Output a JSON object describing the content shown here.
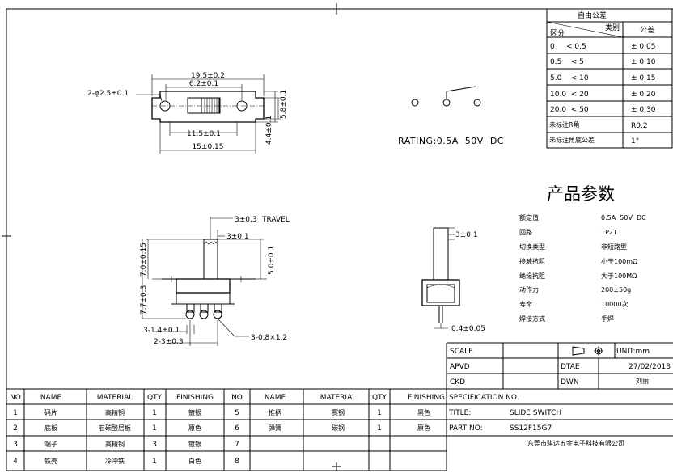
{
  "tolerance_table": {
    "title": "自由公差",
    "header_category": "类别",
    "header_range": "区分",
    "header_tolerance": "公差",
    "rows": [
      {
        "range": "0     < 0.5",
        "tol": "± 0.05"
      },
      {
        "range": "0.5    < 5",
        "tol": "± 0.10"
      },
      {
        "range": "5.0    < 10",
        "tol": "± 0.15"
      },
      {
        "range": "10.0  < 20",
        "tol": "± 0.20"
      },
      {
        "range": "20.0  < 50",
        "tol": "± 0.30"
      },
      {
        "range": "未标注R角",
        "tol": "R0.2"
      },
      {
        "range": "未标注角底公差",
        "tol": "1°"
      }
    ]
  },
  "rating": "RATING:0.5A  50V  DC",
  "params_title": "产品参数",
  "params": [
    {
      "label": "额定值",
      "value": "0.5A  50V  DC"
    },
    {
      "label": "回路",
      "value": "1P2T"
    },
    {
      "label": "切换类型",
      "value": "非短路型"
    },
    {
      "label": "接触抗阻",
      "value": "小于100mΩ"
    },
    {
      "label": "绝缘抗阻",
      "value": "大于100MΩ"
    },
    {
      "label": "动作力",
      "value": "200±50g"
    },
    {
      "label": "寿命",
      "value": "10000次"
    },
    {
      "label": "焊接方式",
      "value": "手焊"
    }
  ],
  "dims": {
    "hole": "2-φ2.5±0.1",
    "overall": "19.5±0.2",
    "slot": "6.2±0.1",
    "height_right": "5.8±0.1",
    "height_body": "4.4±0.1",
    "inner": "11.5±0.1",
    "base": "15±0.15",
    "travel": "3±0.3",
    "travel_label": "TRAVEL",
    "actuator": "3±0.1",
    "h_total": "7.7±0.3",
    "h_body": "7.0±0.15",
    "h_right": "5.0±0.1",
    "pin_gap": "3-1.4±0.1",
    "pitch": "2-3±0.3",
    "pin_size": "3-0.8×1.2",
    "side_width": "3±0.1",
    "pin_thk": "0.4±0.05"
  },
  "title_block": {
    "scale_label": "SCALE",
    "unit": "UNIT:mm",
    "apvd_label": "APVD",
    "date_label": "DTAE",
    "date": "27/02/2018",
    "ckd_label": "CKD",
    "dwn_label": "DWN",
    "dwn": "刘丽",
    "spec_label": "SPECIFICATION NO.",
    "title_label": "TITLE:",
    "title": "SLIDE SWITCH",
    "part_label": "PART NO:",
    "part": "SS12F15G7",
    "company": "东莞市骐达五金电子科技有限公司"
  },
  "bom": {
    "headers": [
      "NO",
      "NAME",
      "MATERIAL",
      "QTY",
      "FINISHING"
    ],
    "left": [
      [
        "1",
        "码片",
        "高精铜",
        "1",
        "镀银"
      ],
      [
        "2",
        "底板",
        "石碳酸层板",
        "1",
        "原色"
      ],
      [
        "3",
        "端子",
        "高精铜",
        "3",
        "镀银"
      ],
      [
        "4",
        "铁壳",
        "冷冲铁",
        "1",
        "白色"
      ]
    ],
    "right": [
      [
        "5",
        "推柄",
        "赛钢",
        "1",
        "黑色"
      ],
      [
        "6",
        "弹簧",
        "碳钢",
        "1",
        "原色"
      ],
      [
        "7",
        "",
        "",
        "",
        ""
      ],
      [
        "8",
        "",
        "",
        "",
        ""
      ]
    ]
  }
}
